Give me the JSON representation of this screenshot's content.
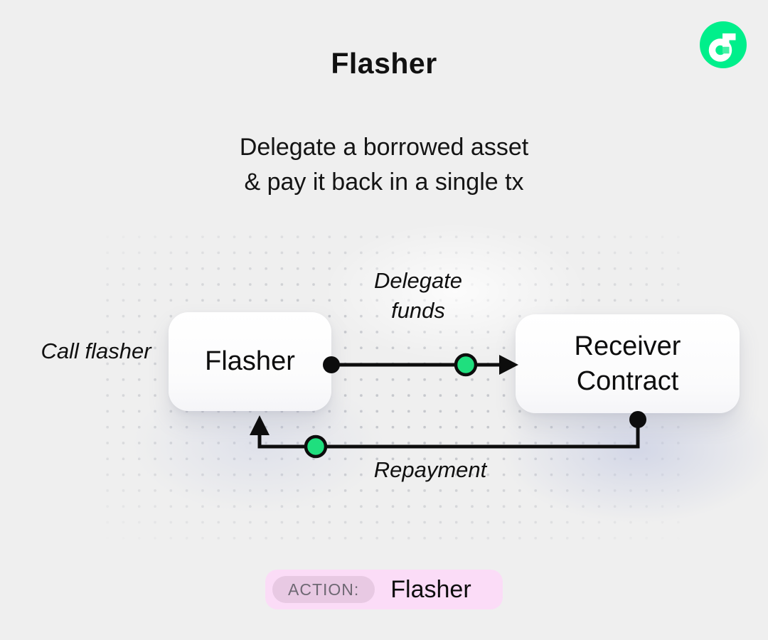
{
  "header": {
    "title": "Flasher",
    "subtitle_line1": "Delegate a borrowed asset",
    "subtitle_line2": "& pay it back in a single tx"
  },
  "logo": {
    "name": "flow-logo",
    "circle_color": "#00ef8b",
    "glyph_color": "#ffffff",
    "accent_color": "#45f0a5"
  },
  "diagram": {
    "nodes": [
      {
        "id": "flasher",
        "label": "Flasher"
      },
      {
        "id": "receiver",
        "label": "Receiver Contract"
      }
    ],
    "labels": {
      "call_flasher": "Call flasher",
      "delegate_funds": "Delegate funds",
      "repayment": "Repayment"
    },
    "colors": {
      "line": "#0d0d0d",
      "token_green": "#1fdf7e"
    }
  },
  "action_bar": {
    "badge": "ACTION:",
    "value": "Flasher"
  }
}
